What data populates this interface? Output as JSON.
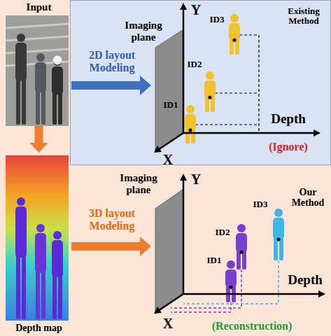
{
  "diagram": {
    "nodes": [
      {
        "text": [
          "Input"
        ]
      },
      {
        "text": [
          "Depth map"
        ]
      },
      {
        "text": [
          "Existing Method"
        ]
      }
    ],
    "edges": [
      {
        "from": 0,
        "to": 1,
        "arrow": "to"
      }
    ],
    "labels": [
      "2D layout Modeling",
      "Imaging plane",
      "Y",
      "ID3",
      "ID2",
      "ID1",
      "Depth",
      "(Ignore)",
      "X",
      "3D layout Modeling",
      "Imaging plane",
      "Y",
      "Our Method",
      "ID3",
      "ID2",
      "ID1",
      "Depth",
      "X",
      "(Reconstruction)"
    ]
  }
}
